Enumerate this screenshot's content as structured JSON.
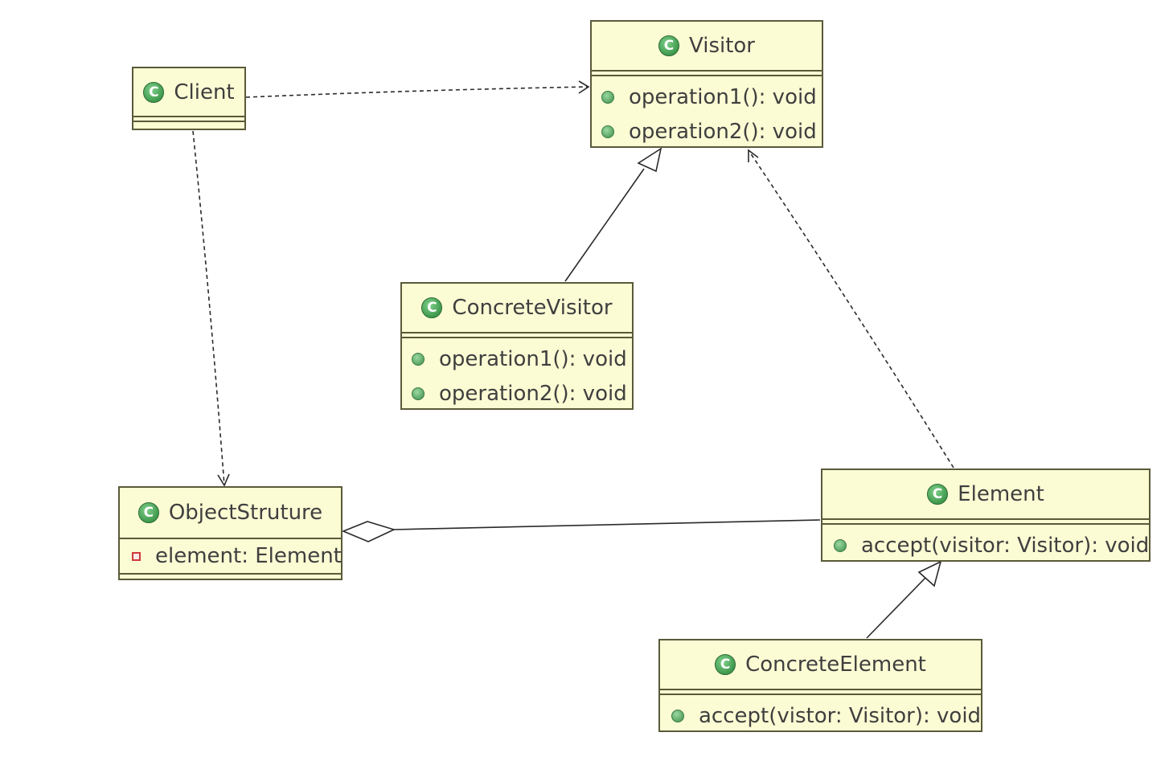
{
  "classes": {
    "visitor": {
      "name": "Visitor",
      "methods": [
        "operation1(): void",
        "operation2(): void"
      ]
    },
    "client": {
      "name": "Client"
    },
    "concrete_visitor": {
      "name": "ConcreteVisitor",
      "methods": [
        "operation1(): void",
        "operation2(): void"
      ]
    },
    "object_structure": {
      "name": "ObjectStruture",
      "fields": [
        "element: Element"
      ]
    },
    "element": {
      "name": "Element",
      "methods": [
        "accept(visitor: Visitor): void"
      ]
    },
    "concrete_element": {
      "name": "ConcreteElement",
      "methods": [
        "accept(vistor: Visitor): void"
      ]
    }
  },
  "relationships": [
    {
      "from": "client",
      "to": "visitor",
      "type": "dependency"
    },
    {
      "from": "client",
      "to": "object_structure",
      "type": "dependency"
    },
    {
      "from": "concrete_visitor",
      "to": "visitor",
      "type": "generalization"
    },
    {
      "from": "element",
      "to": "visitor",
      "type": "dependency"
    },
    {
      "from": "element",
      "to": "object_structure",
      "type": "aggregation"
    },
    {
      "from": "concrete_element",
      "to": "element",
      "type": "generalization"
    }
  ],
  "icons": {
    "class_icon": "class-c-icon",
    "public_method_icon": "public-dot-icon",
    "private_field_icon": "private-square-icon"
  },
  "colors": {
    "class_fill": "#fbfbd4",
    "class_border": "#5a5a3a",
    "class_icon": "#3f9a4d",
    "private_marker": "#d03a3a",
    "line": "#2a2a2a"
  }
}
